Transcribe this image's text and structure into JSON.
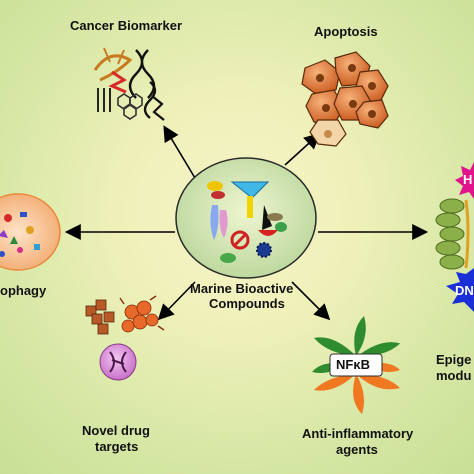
{
  "center": {
    "line1": "Marine Bioactive",
    "line2": "Compounds"
  },
  "labels": {
    "cancer_biomarker": "Cancer Biomarker",
    "apoptosis": "Apoptosis",
    "autophagy": "ophagy",
    "novel_drug_targets_1": "Novel drug",
    "novel_drug_targets_2": "targets",
    "anti_inflammatory_1": "Anti-inflammatory",
    "anti_inflammatory_2": "agents",
    "epigenetic_1": "Epige",
    "epigenetic_2": "modu"
  },
  "badges": {
    "nfkb": "NFκB",
    "h_star": "H",
    "dn_star": "DN"
  },
  "colors": {
    "background": "#e3eca8",
    "center_circle": "#d8e6b0",
    "cell_orange": "#e07a2e",
    "star_magenta": "#e0148c",
    "star_blue": "#1a2fd6",
    "nfkb_green": "#2e8b2e",
    "nfkb_orange": "#f07820"
  }
}
